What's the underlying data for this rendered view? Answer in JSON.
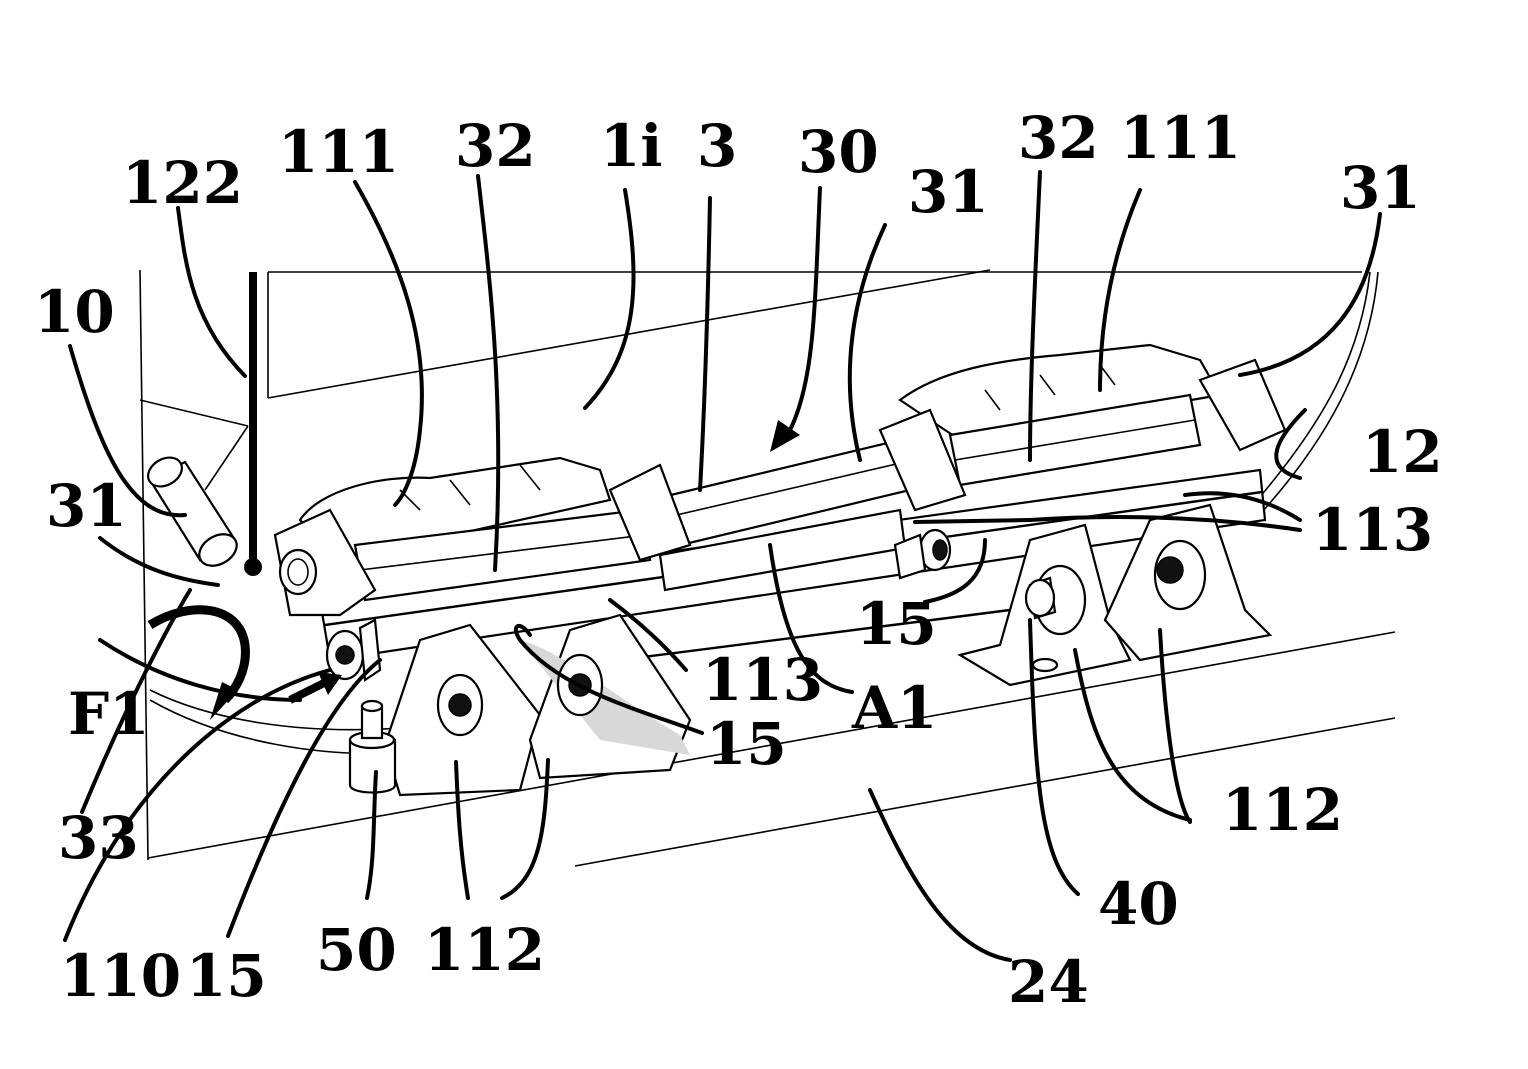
{
  "figure": {
    "type": "patent line drawing",
    "subject": "seat rail mounting assembly with pivoting brackets"
  },
  "labels": [
    {
      "id": "lbl-122",
      "text": "122",
      "part": "vertical rod / marker"
    },
    {
      "id": "lbl-10",
      "text": "10",
      "part": "cylindrical stop"
    },
    {
      "id": "lbl-31-left",
      "text": "31",
      "part": "end bracket left"
    },
    {
      "id": "lbl-111-left",
      "text": "111",
      "part": "upper lug plate left"
    },
    {
      "id": "lbl-32-left",
      "text": "32",
      "part": "bar left"
    },
    {
      "id": "lbl-1i",
      "text": "1i",
      "part": "inner surface"
    },
    {
      "id": "lbl-3",
      "text": "3",
      "part": "main tube"
    },
    {
      "id": "lbl-30",
      "text": "30",
      "part": "assembly arrow"
    },
    {
      "id": "lbl-31-mid",
      "text": "31",
      "part": "middle bracket"
    },
    {
      "id": "lbl-32-right",
      "text": "32",
      "part": "bar right"
    },
    {
      "id": "lbl-111-right",
      "text": "111",
      "part": "upper lug plate right"
    },
    {
      "id": "lbl-31-right",
      "text": "31",
      "part": "end bracket right"
    },
    {
      "id": "lbl-12",
      "text": "12",
      "part": "curved panel"
    },
    {
      "id": "lbl-113-right",
      "text": "113",
      "part": "hinge arms right"
    },
    {
      "id": "lbl-15-right",
      "text": "15",
      "part": "hinge pin right"
    },
    {
      "id": "lbl-113-mid",
      "text": "113",
      "part": "hinge arm middle"
    },
    {
      "id": "lbl-A1",
      "text": "A1",
      "part": "pivot axis"
    },
    {
      "id": "lbl-15-mid",
      "text": "15",
      "part": "hinge pin middle"
    },
    {
      "id": "lbl-F1",
      "text": "F1",
      "part": "rotation direction"
    },
    {
      "id": "lbl-33",
      "text": "33",
      "part": "end eye"
    },
    {
      "id": "lbl-110",
      "text": "110",
      "part": "latch pivot"
    },
    {
      "id": "lbl-15-left",
      "text": "15",
      "part": "hinge pin left"
    },
    {
      "id": "lbl-50",
      "text": "50",
      "part": "locating post"
    },
    {
      "id": "lbl-112-left",
      "text": "112",
      "part": "base brackets left"
    },
    {
      "id": "lbl-24",
      "text": "24",
      "part": "floor rail"
    },
    {
      "id": "lbl-40",
      "text": "40",
      "part": "bolt"
    },
    {
      "id": "lbl-112-right",
      "text": "112",
      "part": "base brackets right"
    }
  ]
}
